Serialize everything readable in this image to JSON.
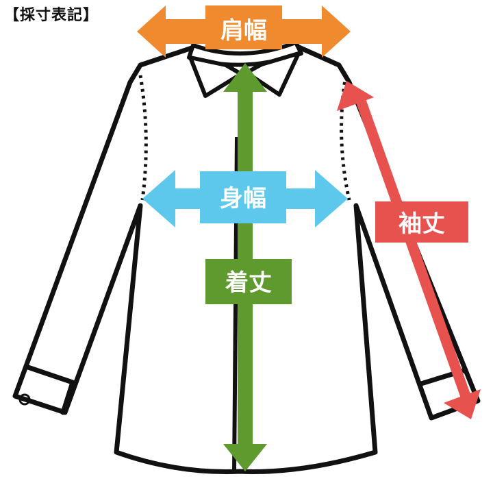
{
  "heading": "【採寸表記】",
  "measurements": {
    "shoulder_width": {
      "label": "肩幅",
      "color": "#f08a2e"
    },
    "body_width": {
      "label": "身幅",
      "color": "#5ec8ec"
    },
    "length": {
      "label": "着丈",
      "color": "#5e9a2e"
    },
    "sleeve_length": {
      "label": "袖丈",
      "color": "#e8524e"
    }
  }
}
